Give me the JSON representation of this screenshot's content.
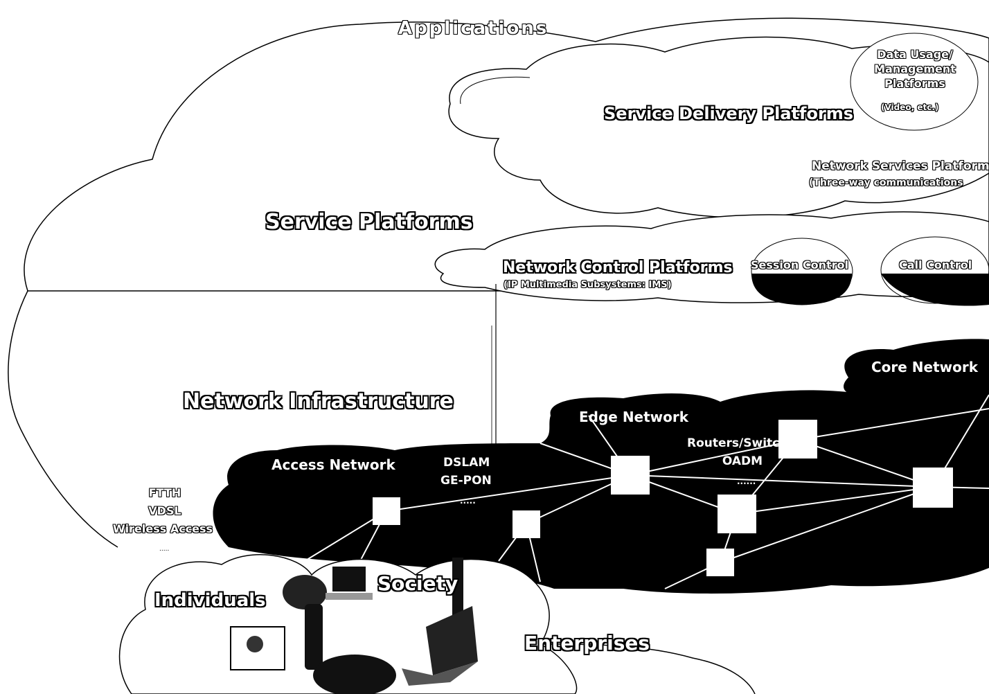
{
  "diagram": {
    "applications": "Applications",
    "service_delivery_platforms": "Service Delivery Platforms",
    "data_usage_title": "Data Usage/ Management Platforms",
    "data_usage_sub": "(Video, etc.)",
    "network_services_title": "Network Services Platform",
    "network_services_sub": "(Three-way communications",
    "service_platforms": "Service Platforms",
    "network_control_title": "Network Control Platforms",
    "network_control_sub": "(IP Multimedia Subsystems: IMS)",
    "session_control": "Session Control",
    "call_control": "Call Control",
    "core_network": "Core Network",
    "network_infrastructure": "Network Infrastructure",
    "edge_network": "Edge Network",
    "routers_switches": "Routers/Switches",
    "oadm": "OADM",
    "edge_ellipsis": "......",
    "access_network": "Access Network",
    "dslam": "DSLAM",
    "ge_pon": "GE-PON",
    "access_ellipsis": ".....",
    "ftth": "FTTH",
    "vdsl": "VDSL",
    "wireless_access": "Wireless Access",
    "individuals_ellipsis": ".....",
    "society": "Society",
    "individuals": "Individuals",
    "enterprises": "Enterprises"
  }
}
